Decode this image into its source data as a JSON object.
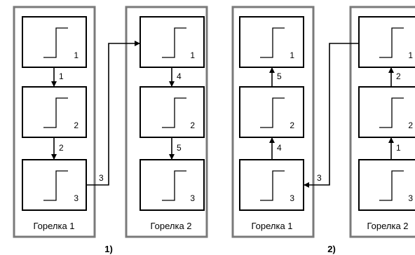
{
  "diagrams": [
    {
      "caption": "1)",
      "burners": [
        {
          "label": "Горелка 1",
          "stages": [
            "1",
            "2",
            "3"
          ]
        },
        {
          "label": "Горелка 2",
          "stages": [
            "1",
            "2",
            "3"
          ]
        }
      ],
      "arrows": [
        "1",
        "2",
        "3",
        "4",
        "5"
      ]
    },
    {
      "caption": "2)",
      "burners": [
        {
          "label": "Горелка 1",
          "stages": [
            "1",
            "2",
            "3"
          ]
        },
        {
          "label": "Горелка 2",
          "stages": [
            "1",
            "2",
            "3"
          ]
        }
      ],
      "arrows": [
        "5",
        "4",
        "3",
        "2",
        "1"
      ]
    }
  ]
}
